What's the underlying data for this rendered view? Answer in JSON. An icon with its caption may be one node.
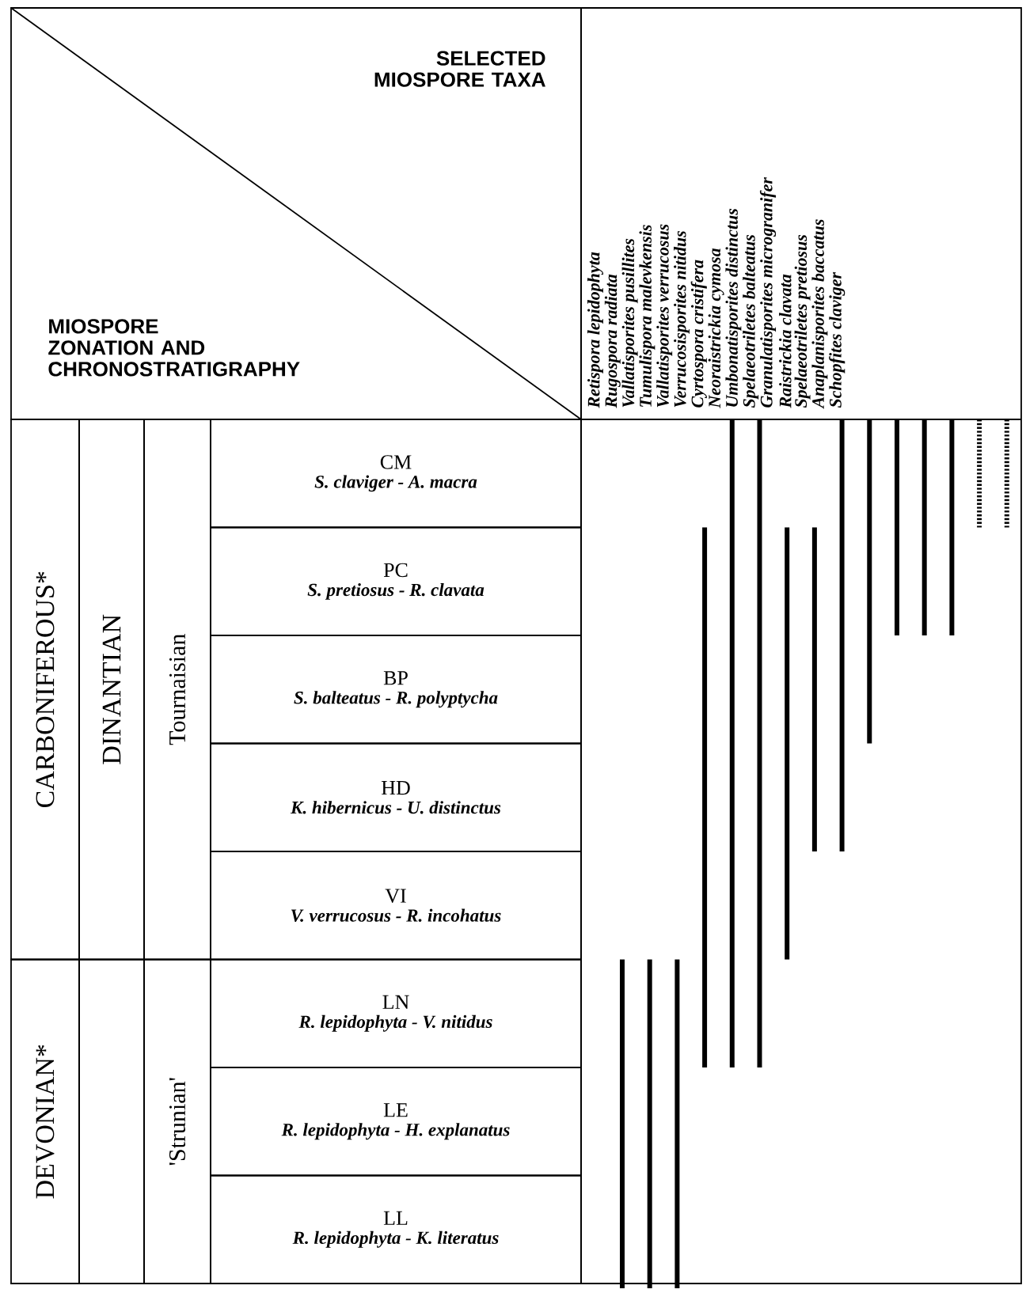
{
  "diagram": {
    "nodes": [
      {
        "text": [
          "SELECTED MIOSPORE TAXA",
          "MIOSPORE ZONATION AND CHRONOSTRATIGRAPHY"
        ]
      },
      {
        "text": [
          "CARBONIFEROUS*"
        ]
      },
      {
        "text": [
          "DINANTIAN"
        ]
      },
      {
        "text": [
          "Tournaisian"
        ]
      },
      {
        "text": [
          "CM",
          "S. claviger - A. macra"
        ]
      },
      {
        "text": [
          "PC",
          "S. pretiosus - R. clavata"
        ]
      },
      {
        "text": [
          "BP",
          "S. balteatus - R. polyptycha"
        ]
      },
      {
        "text": [
          "HD",
          "K. hibernicus - U. distinctus"
        ]
      },
      {
        "text": [
          "VI",
          "V. verrucosus - R. incohatus"
        ]
      },
      {
        "text": [
          "DEVONIAN*"
        ]
      },
      {
        "text": [],
        "shape": "box"
      },
      {
        "text": [
          "'Strunian'"
        ]
      },
      {
        "text": [
          "LN",
          "R. lepidophyta - V. nitidus"
        ]
      },
      {
        "text": [
          "LE",
          "R. lepidophyta - H. explanatus"
        ]
      },
      {
        "text": [
          "LL",
          "R. lepidophyta - K. literatus"
        ]
      }
    ],
    "labels": [
      "Retispora lepidophyta",
      "Rugospora radiata",
      "Vallatisporites pusillites",
      "Tumulispora malevkensis",
      "Vallatisporites verrucosus",
      "Verrucosisporites nitidus",
      "Cyrtospora cristifera",
      "Neoraistrickia cymosa",
      "Umbonatisporites distinctus",
      "Spelaeotriletes balteatus",
      "Granulatisporites microgranifer",
      "Raistrickia clavata",
      "Spelaeotriletes pretiosus",
      "Anaplanisporites baccatus",
      "Schopfites claviger"
    ]
  }
}
